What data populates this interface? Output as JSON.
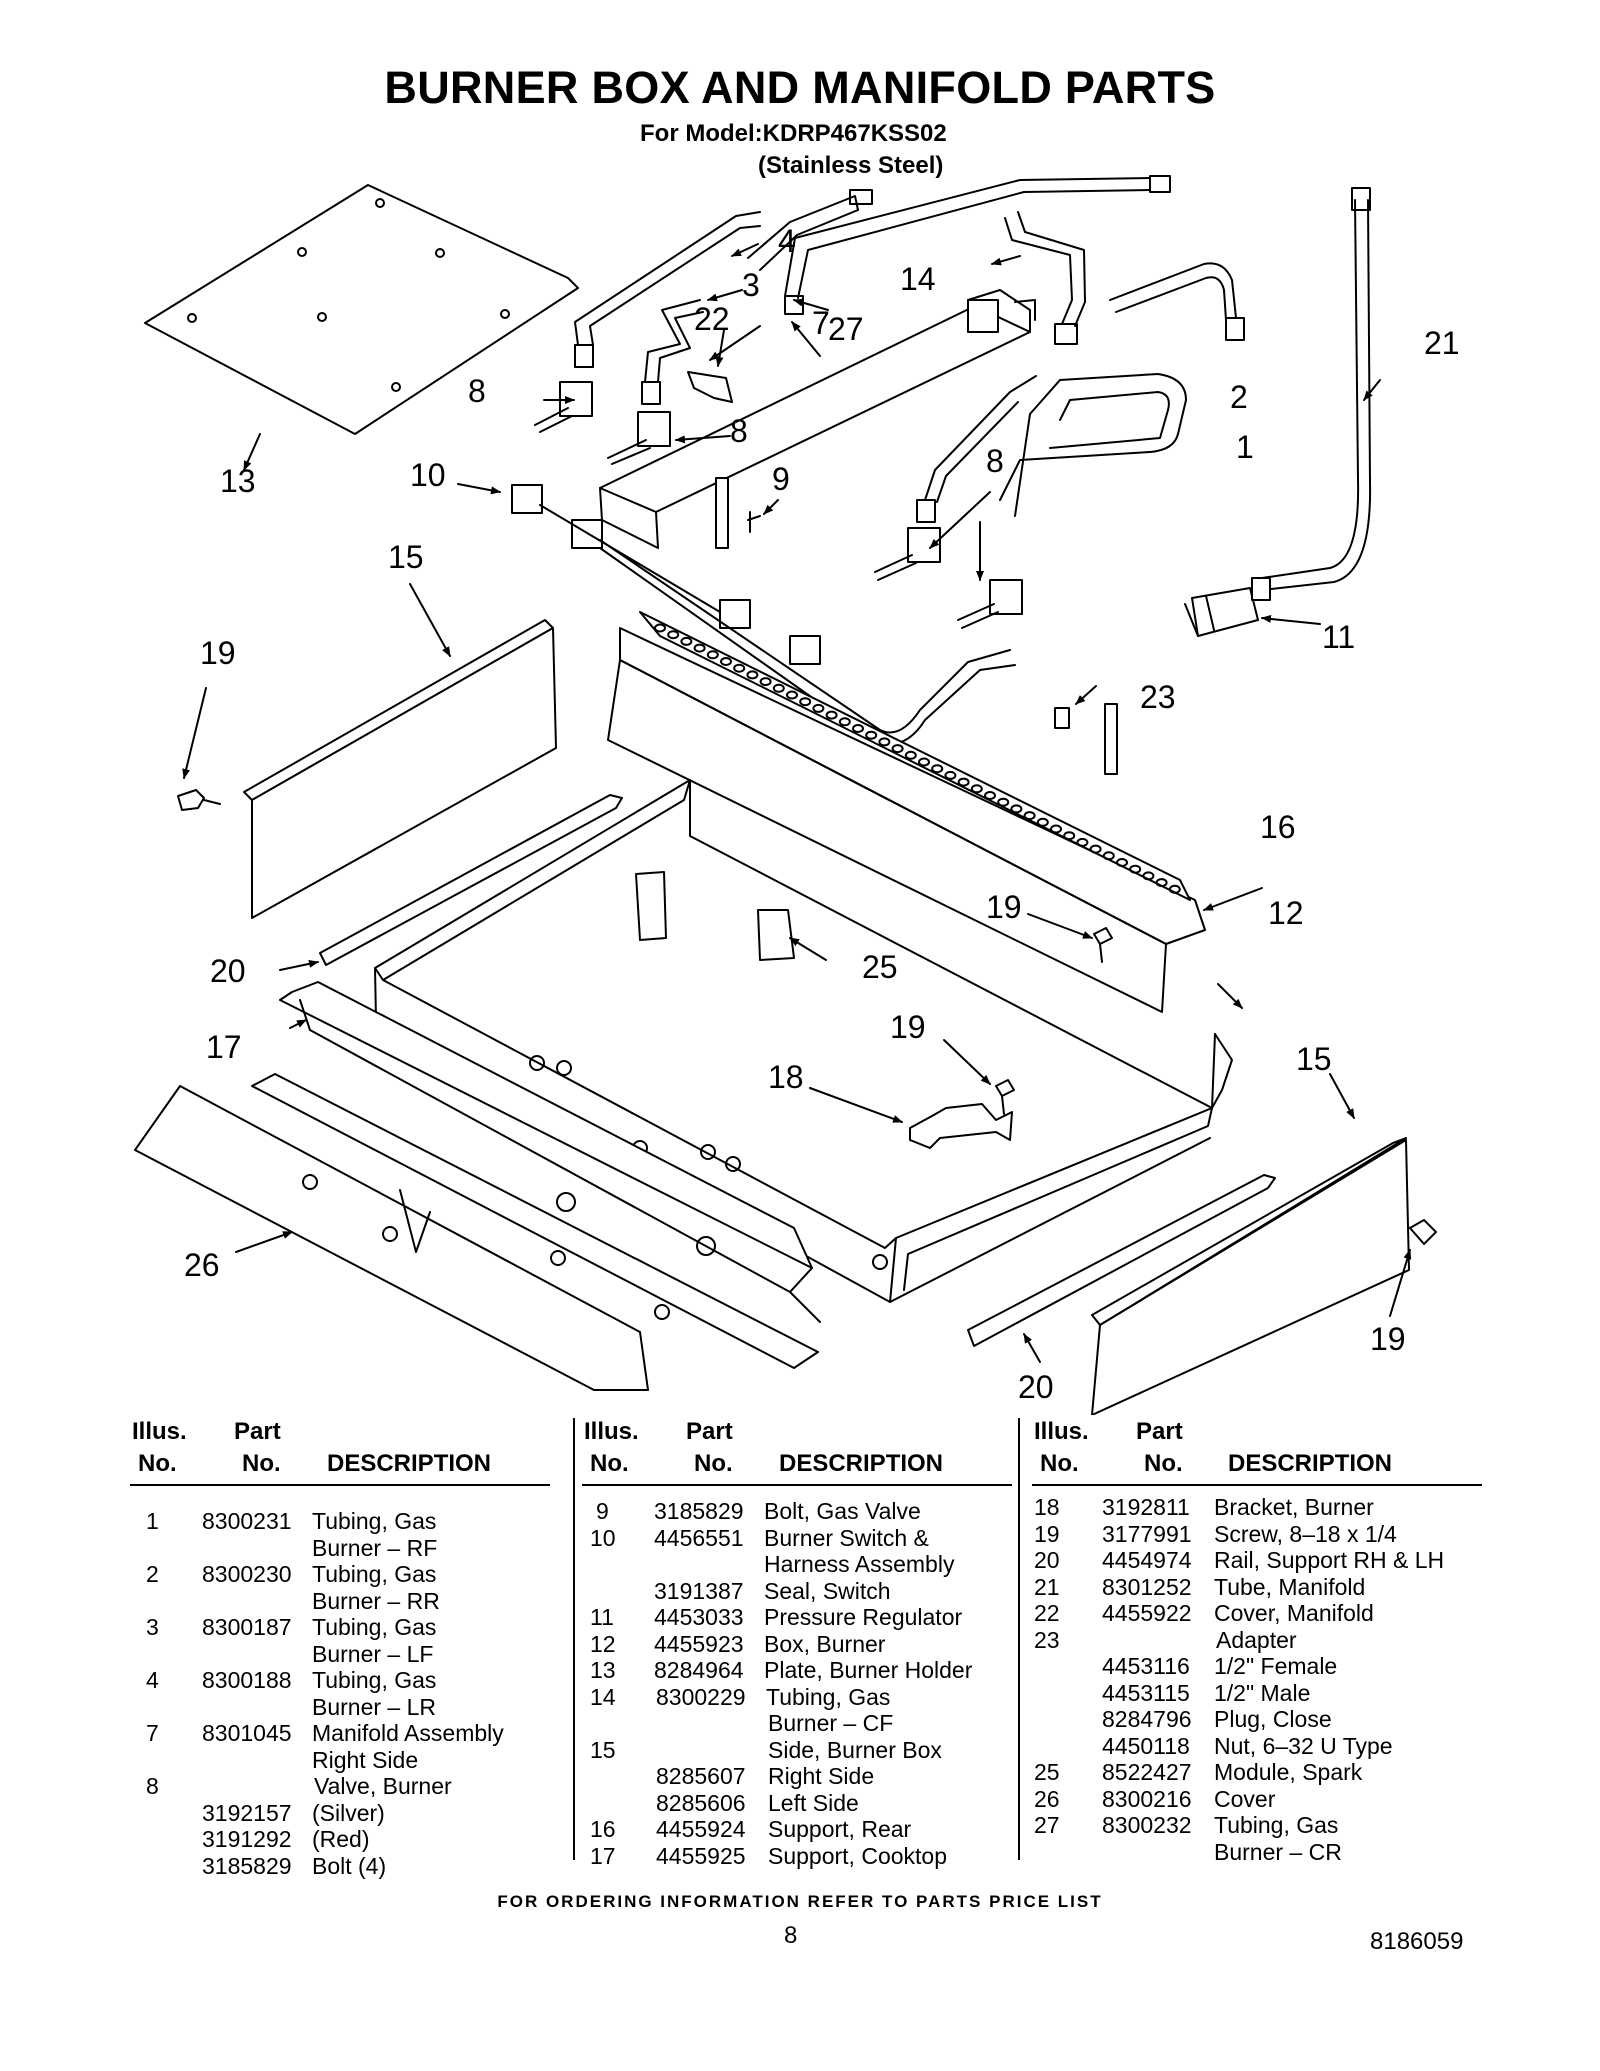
{
  "header": {
    "title": "BURNER BOX AND MANIFOLD PARTS",
    "model_line": "For Model:KDRP467KSS02",
    "finish_line": "(Stainless Steel)"
  },
  "callouts": [
    "1",
    "2",
    "3",
    "4",
    "7",
    "8",
    "8",
    "8",
    "9",
    "10",
    "11",
    "12",
    "13",
    "14",
    "15",
    "15",
    "16",
    "17",
    "18",
    "19",
    "19",
    "19",
    "19",
    "20",
    "20",
    "21",
    "22",
    "23",
    "25",
    "26",
    "27"
  ],
  "table_headers": {
    "illus_1": "Illus.",
    "illus_2": "No.",
    "part_1": "Part",
    "part_2": "No.",
    "description": "DESCRIPTION"
  },
  "parts_columns": [
    [
      {
        "illus": "1",
        "part": "8300231",
        "desc": "Tubing, Gas"
      },
      {
        "illus": "",
        "part": "",
        "desc": "Burner – RF"
      },
      {
        "illus": "2",
        "part": "8300230",
        "desc": "Tubing, Gas"
      },
      {
        "illus": "",
        "part": "",
        "desc": "Burner – RR"
      },
      {
        "illus": "3",
        "part": "8300187",
        "desc": "Tubing, Gas"
      },
      {
        "illus": "",
        "part": "",
        "desc": "Burner – LF"
      },
      {
        "illus": "4",
        "part": "8300188",
        "desc": "Tubing, Gas"
      },
      {
        "illus": "",
        "part": "",
        "desc": "Burner – LR"
      },
      {
        "illus": "7",
        "part": "8301045",
        "desc": "Manifold Assembly"
      },
      {
        "illus": "",
        "part": "",
        "desc": "Right Side"
      },
      {
        "illus": "8",
        "part": "",
        "desc": "Valve, Burner"
      },
      {
        "illus": "",
        "part": "3192157",
        "desc": "(Silver)"
      },
      {
        "illus": "",
        "part": "3191292",
        "desc": "(Red)"
      },
      {
        "illus": "",
        "part": "3185829",
        "desc": "Bolt (4)"
      }
    ],
    [
      {
        "illus": "9",
        "part": "3185829",
        "desc": "Bolt, Gas Valve"
      },
      {
        "illus": "10",
        "part": "4456551",
        "desc": "Burner Switch &"
      },
      {
        "illus": "",
        "part": "",
        "desc": "Harness Assembly"
      },
      {
        "illus": "",
        "part": "3191387",
        "desc": "Seal, Switch"
      },
      {
        "illus": "11",
        "part": "4453033",
        "desc": "Pressure Regulator"
      },
      {
        "illus": "12",
        "part": "4455923",
        "desc": "Box, Burner"
      },
      {
        "illus": "13",
        "part": "8284964",
        "desc": "Plate, Burner Holder"
      },
      {
        "illus": "14",
        "part": "8300229",
        "desc": "Tubing, Gas"
      },
      {
        "illus": "",
        "part": "",
        "desc": "Burner – CF"
      },
      {
        "illus": "15",
        "part": "",
        "desc": "Side, Burner Box"
      },
      {
        "illus": "",
        "part": "8285607",
        "desc": "Right Side"
      },
      {
        "illus": "",
        "part": "8285606",
        "desc": "Left Side"
      },
      {
        "illus": "16",
        "part": "4455924",
        "desc": "Support, Rear"
      },
      {
        "illus": "17",
        "part": "4455925",
        "desc": "Support, Cooktop"
      }
    ],
    [
      {
        "illus": "18",
        "part": "3192811",
        "desc": "Bracket, Burner"
      },
      {
        "illus": "19",
        "part": "3177991",
        "desc": "Screw, 8–18 x 1/4"
      },
      {
        "illus": "20",
        "part": "4454974",
        "desc": "Rail, Support RH & LH"
      },
      {
        "illus": "21",
        "part": "8301252",
        "desc": "Tube, Manifold"
      },
      {
        "illus": "22",
        "part": "4455922",
        "desc": "Cover, Manifold"
      },
      {
        "illus": "23",
        "part": "",
        "desc": "Adapter"
      },
      {
        "illus": "",
        "part": "4453116",
        "desc": "1/2\" Female"
      },
      {
        "illus": "",
        "part": "4453115",
        "desc": "1/2\" Male"
      },
      {
        "illus": "",
        "part": "8284796",
        "desc": "Plug, Close"
      },
      {
        "illus": "",
        "part": "4450118",
        "desc": "Nut, 6–32 U Type"
      },
      {
        "illus": "25",
        "part": "8522427",
        "desc": "Module, Spark"
      },
      {
        "illus": "26",
        "part": "8300216",
        "desc": "Cover"
      },
      {
        "illus": "27",
        "part": "8300232",
        "desc": "Tubing, Gas"
      },
      {
        "illus": "",
        "part": "",
        "desc": "Burner – CR"
      }
    ]
  ],
  "footer": {
    "ordering_note": "FOR ORDERING INFORMATION REFER TO PARTS PRICE LIST",
    "page_number": "8",
    "document_number": "8186059"
  }
}
